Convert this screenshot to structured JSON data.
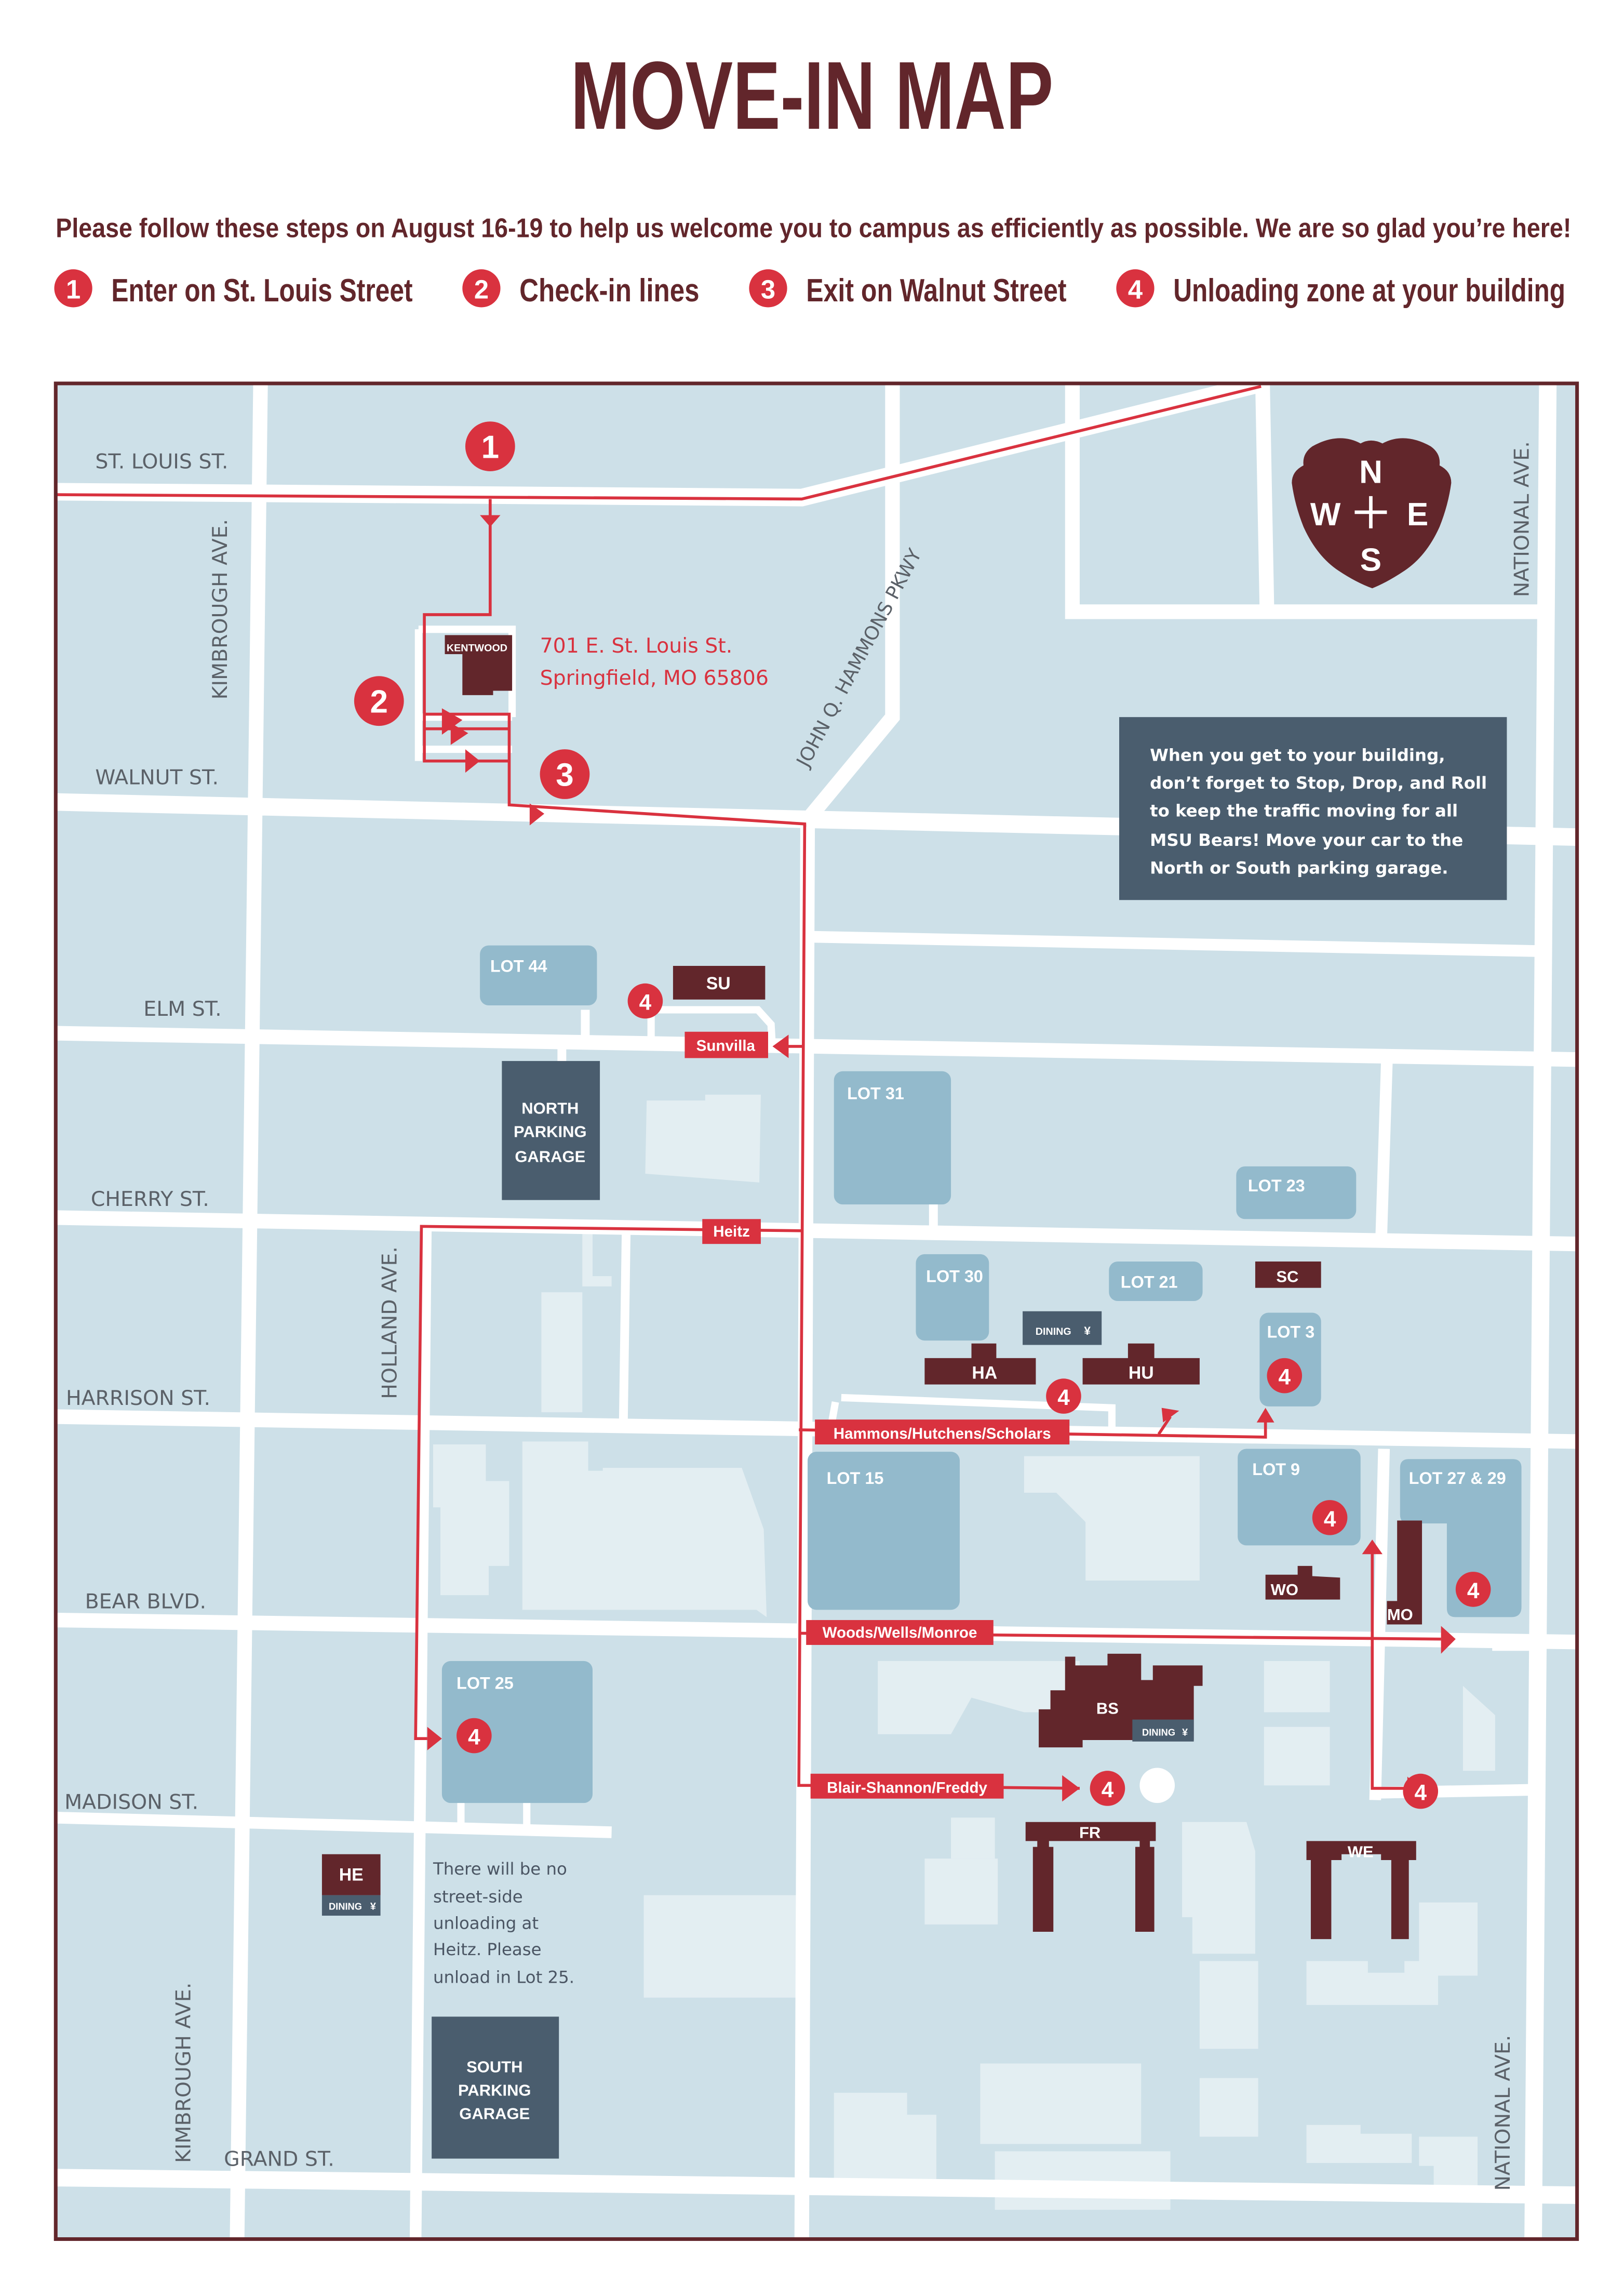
{
  "header": {
    "title": "MOVE-IN MAP",
    "intro": "Please follow these steps on August 16-19 to help us welcome you to campus as efficiently as possible. We are so glad you’re here!",
    "steps": [
      {
        "num": "1",
        "label": "Enter on St. Louis Street"
      },
      {
        "num": "2",
        "label": "Check-in lines"
      },
      {
        "num": "3",
        "label": "Exit on Walnut Street"
      },
      {
        "num": "4",
        "label": "Unloading zone at your building"
      }
    ]
  },
  "colors": {
    "maroon": "#62262b",
    "route_red": "#d9323f",
    "map_bg": "#cde0e8",
    "lot_blue": "#93bacc",
    "garage_slate": "#4a5d6e",
    "ghost_building": "#e3eef2",
    "road": "#ffffff"
  },
  "streets": {
    "st_louis": "ST. LOUIS ST.",
    "walnut": "WALNUT ST.",
    "elm": "ELM ST.",
    "cherry": "CHERRY ST.",
    "harrison": "HARRISON ST.",
    "bear": "BEAR BLVD.",
    "madison": "MADISON ST.",
    "grand": "GRAND ST.",
    "kimbrough_north": "KIMBROUGH AVE.",
    "kimbrough_south": "KIMBROUGH AVE.",
    "holland": "HOLLAND AVE.",
    "jqh": "JOHN Q. HAMMONS PKWY",
    "national_north": "NATIONAL AVE.",
    "national_south": "NATIONAL AVE."
  },
  "checkin": {
    "building": "KENTWOOD",
    "address_line1": "701 E. St. Louis St.",
    "address_line2": "Springfield, MO 65806"
  },
  "markers": {
    "step1": "1",
    "step2": "2",
    "step3": "3",
    "unload": "4"
  },
  "lots": {
    "lot44": "LOT 44",
    "lot31": "LOT 31",
    "lot23": "LOT 23",
    "lot30": "LOT 30",
    "lot21": "LOT 21",
    "lot3": "LOT 3",
    "lot15": "LOT 15",
    "lot9": "LOT 9",
    "lot27_29": "LOT 27 & 29",
    "lot25": "LOT 25"
  },
  "garages": {
    "north": [
      "NORTH",
      "PARKING",
      "GARAGE"
    ],
    "south": [
      "SOUTH",
      "PARKING",
      "GARAGE"
    ]
  },
  "buildings": {
    "su": "SU",
    "sc": "SC",
    "ha": "HA",
    "hu": "HU",
    "wo": "WO",
    "mo": "MO",
    "bs": "BS",
    "fr": "FR",
    "we": "WE",
    "he": "HE",
    "dining": "DINING"
  },
  "route_tags": {
    "sunvilla": "Sunvilla",
    "heitz": "Heitz",
    "hhs": "Hammons/Hutchens/Scholars",
    "wwm": "Woods/Wells/Monroe",
    "bsf": "Blair-Shannon/Freddy"
  },
  "notes": {
    "stop_drop_roll": [
      "When you get to your building,",
      "don’t forget to Stop, Drop, and Roll",
      "to keep the traffic moving for all",
      "MSU Bears! Move your car to the",
      "North or South parking garage."
    ],
    "heitz_note": [
      "There will be no",
      "street-side",
      "unloading at",
      "Heitz. Please",
      "unload in Lot 25."
    ]
  },
  "compass": {
    "n": "N",
    "s": "S",
    "e": "E",
    "w": "W"
  }
}
